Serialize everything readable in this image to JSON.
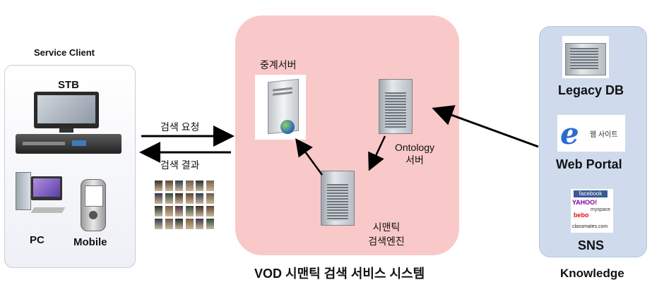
{
  "client": {
    "title": "Service Client",
    "stb_label": "STB",
    "pc_label": "PC",
    "mobile_label": "Mobile"
  },
  "flows": {
    "request_label": "검색 요청",
    "result_label": "검색 결과"
  },
  "system": {
    "relay_server_label": "중계서버",
    "ontology_server_label_line1": "Ontology",
    "ontology_server_label_line2": "서버",
    "semantic_engine_label_line1": "시맨틱",
    "semantic_engine_label_line2": "검색엔진",
    "caption": "VOD 시맨틱 검색 서비스 시스템"
  },
  "knowledge": {
    "legacy_db_label": "Legacy DB",
    "web_portal_label": "Web Portal",
    "web_portal_logo_text": "웹 사이트",
    "sns_label": "SNS",
    "sns_logos": [
      "facebook",
      "YAHOO!",
      "myspace",
      "bebo",
      "classmates.com"
    ],
    "caption": "Knowledge"
  },
  "colors": {
    "system_bg": "#f9c8c8",
    "knowledge_bg": "#cfdbec",
    "arrow": "#000000"
  }
}
